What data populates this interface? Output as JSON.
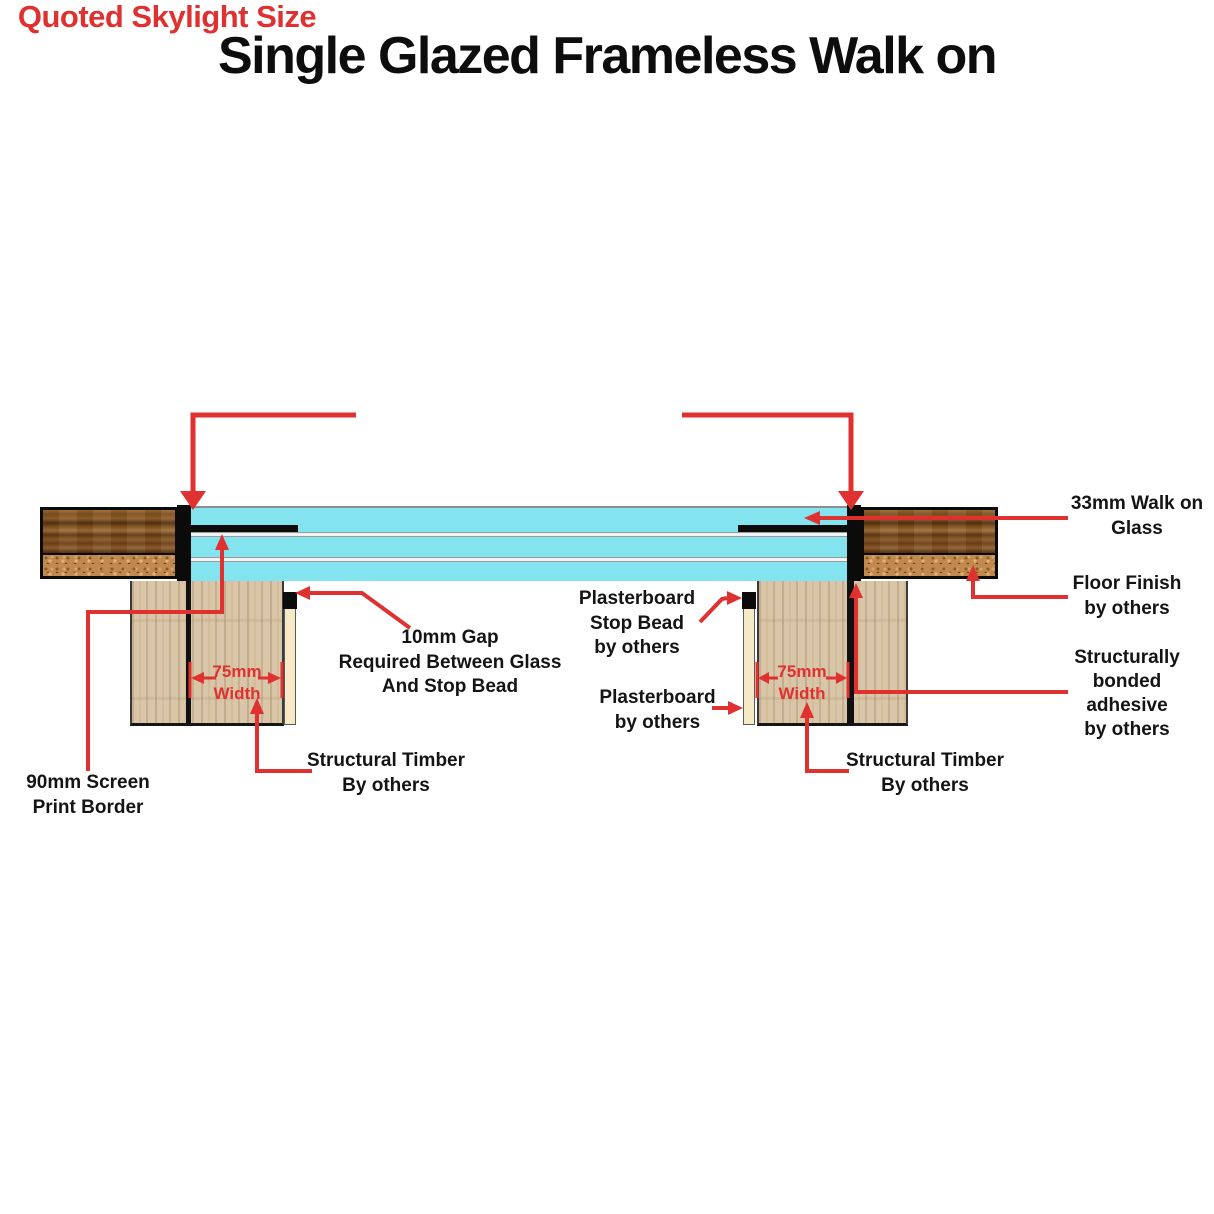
{
  "title": "Single Glazed Frameless Walk on",
  "quoted_size_label": "Quoted Skylight Size",
  "labels": {
    "walk_on_glass": [
      "33mm Walk on",
      "Glass"
    ],
    "floor_finish": [
      "Floor Finish",
      "by others"
    ],
    "bonded_adhesive": [
      "Structurally",
      "bonded",
      "adhesive",
      "by others"
    ],
    "gap": [
      "10mm Gap",
      "Required Between Glass",
      "And Stop Bead"
    ],
    "plasterboard_stop_bead": [
      "Plasterboard",
      "Stop Bead",
      "by others"
    ],
    "plasterboard": [
      "Plasterboard",
      "by others"
    ],
    "structural_timber_left": [
      "Structural Timber",
      "By others"
    ],
    "structural_timber_right": [
      "Structural Timber",
      "By others"
    ],
    "screen_print_border": [
      "90mm Screen",
      "Print Border"
    ],
    "width_left": [
      "75mm",
      "Width"
    ],
    "width_right": [
      "75mm",
      "Width"
    ]
  },
  "colors": {
    "annotation_red": "#e03131",
    "glass_cyan": "#83e3ef",
    "screen_print_black": "#0b0b0b",
    "timber_beige": "#d9c5a7",
    "plasterboard_cream": "#f6e9c5",
    "floor_wood_brown": "#7d4f1f",
    "cork_tan": "#c08a4e"
  }
}
